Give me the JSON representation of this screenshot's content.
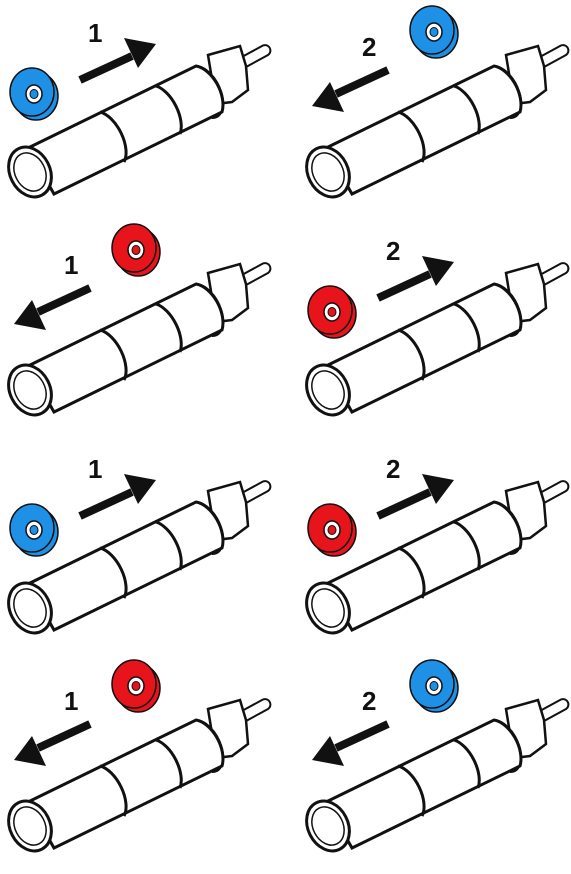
{
  "colors": {
    "blue": "#1e90e6",
    "red": "#e8141c",
    "line": "#111111",
    "tool": "#ffffff"
  },
  "panels": [
    {
      "row": 1,
      "col": 1,
      "step": "1",
      "ring_color": "blue",
      "arrow": "right"
    },
    {
      "row": 1,
      "col": 2,
      "step": "2",
      "ring_color": "blue",
      "arrow": "left"
    },
    {
      "row": 2,
      "col": 1,
      "step": "1",
      "ring_color": "red",
      "arrow": "left"
    },
    {
      "row": 2,
      "col": 2,
      "step": "2",
      "ring_color": "red",
      "arrow": "right"
    },
    {
      "row": 3,
      "col": 1,
      "step": "1",
      "ring_color": "blue",
      "arrow": "right"
    },
    {
      "row": 3,
      "col": 2,
      "step": "2",
      "ring_color": "red",
      "arrow": "right"
    },
    {
      "row": 4,
      "col": 1,
      "step": "1",
      "ring_color": "red",
      "arrow": "left"
    },
    {
      "row": 4,
      "col": 2,
      "step": "2",
      "ring_color": "blue",
      "arrow": "left"
    }
  ]
}
